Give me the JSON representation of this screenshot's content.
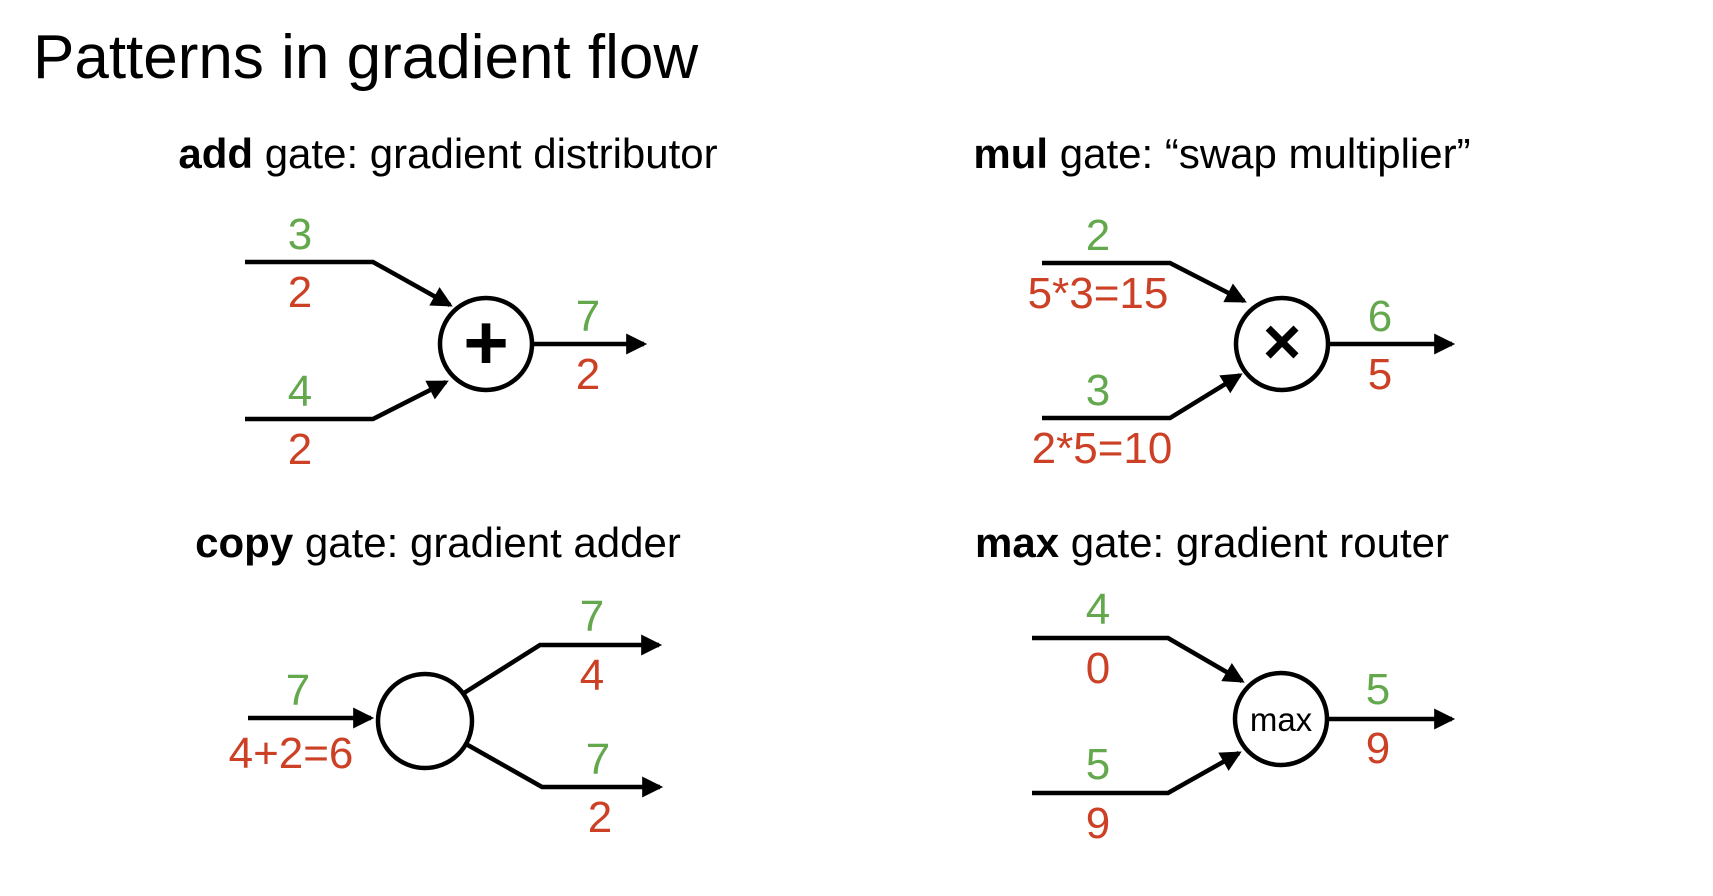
{
  "title": "Patterns in gradient flow",
  "colors": {
    "forward_value_green": "#64a84e",
    "gradient_red": "#cc4125",
    "ink_black": "#000000",
    "background": "#ffffff"
  },
  "gates": {
    "add": {
      "name": "add",
      "heading_rest": " gate: gradient distributor",
      "symbol": "+",
      "inputs": [
        {
          "value": "3",
          "grad": "2"
        },
        {
          "value": "4",
          "grad": "2"
        }
      ],
      "output": {
        "value": "7",
        "grad": "2"
      }
    },
    "mul": {
      "name": "mul",
      "heading_rest": " gate: “swap multiplier”",
      "symbol": "×",
      "inputs": [
        {
          "value": "2",
          "grad": "5*3=15"
        },
        {
          "value": "3",
          "grad": "2*5=10"
        }
      ],
      "output": {
        "value": "6",
        "grad": "5"
      }
    },
    "copy": {
      "name": "copy",
      "heading_rest": " gate: gradient adder",
      "symbol": "",
      "input": {
        "value": "7",
        "grad": "4+2=6"
      },
      "outputs": [
        {
          "value": "7",
          "grad": "4"
        },
        {
          "value": "7",
          "grad": "2"
        }
      ]
    },
    "max": {
      "name": "max",
      "heading_rest": " gate: gradient router",
      "symbol": "max",
      "inputs": [
        {
          "value": "4",
          "grad": "0"
        },
        {
          "value": "5",
          "grad": "9"
        }
      ],
      "output": {
        "value": "5",
        "grad": "9"
      }
    }
  }
}
